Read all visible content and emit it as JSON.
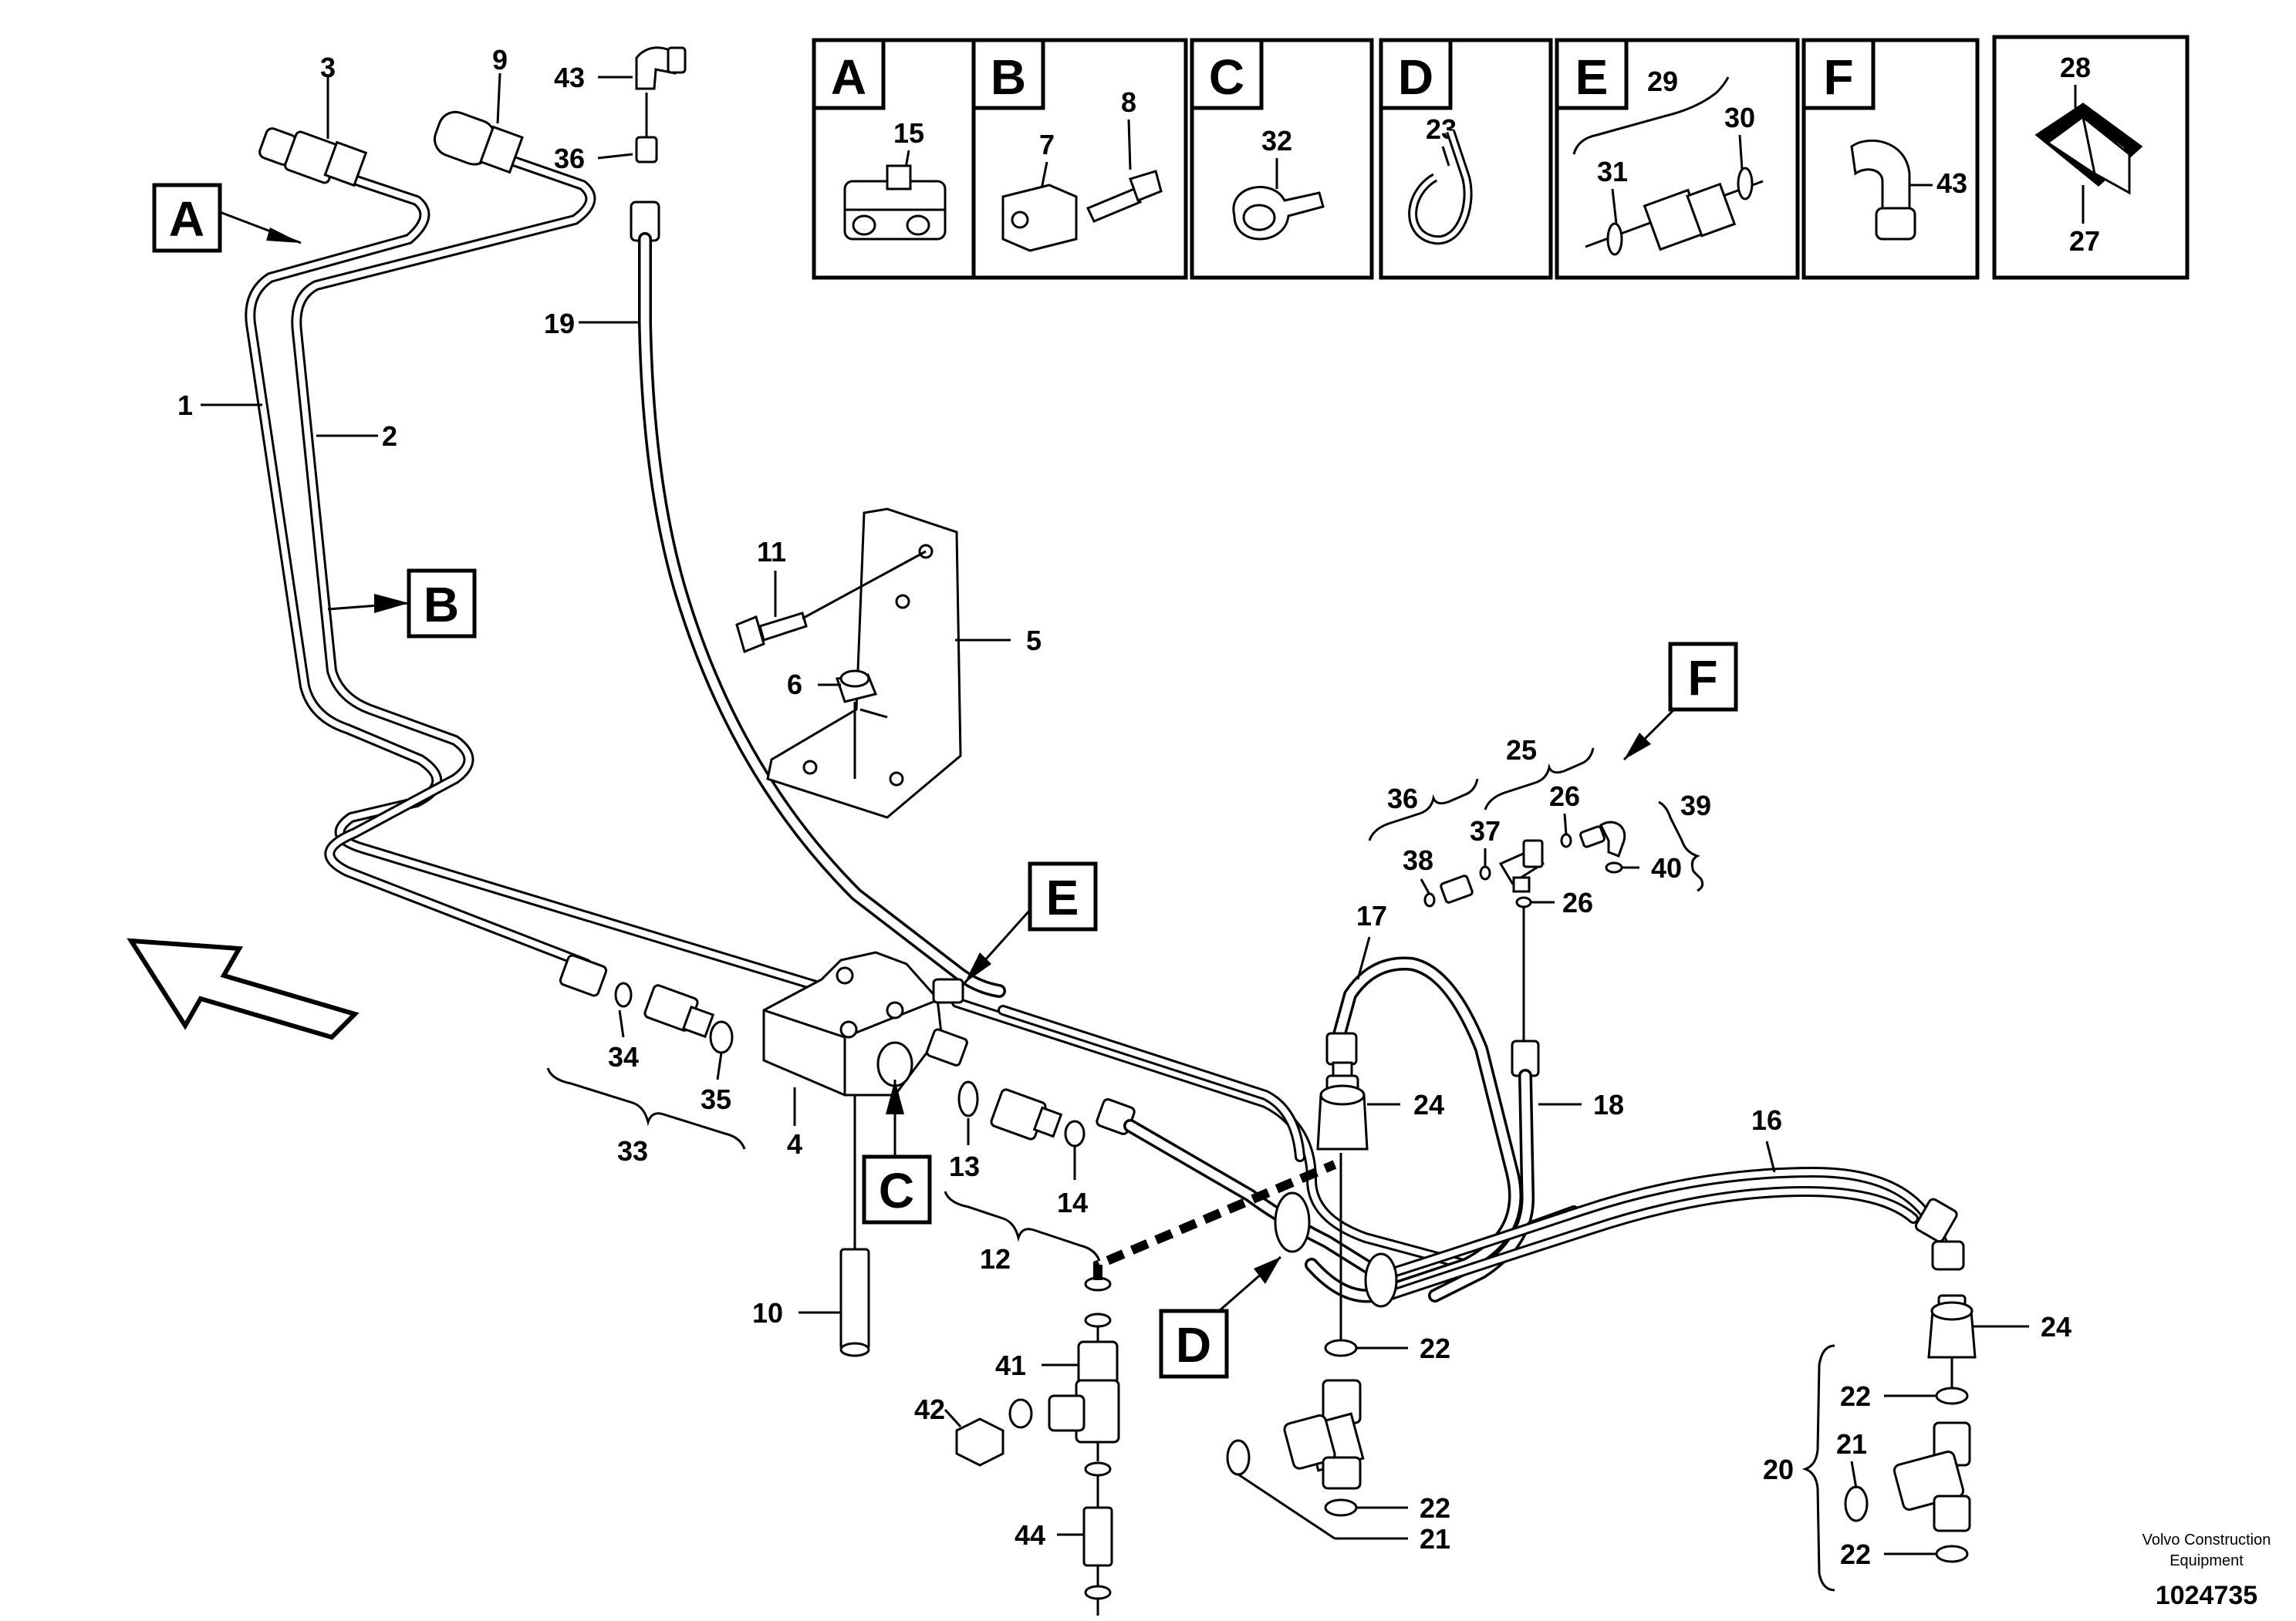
{
  "detail_boxes": [
    {
      "letter": "A",
      "numbers": [
        "15"
      ]
    },
    {
      "letter": "B",
      "numbers": [
        "7",
        "8"
      ]
    },
    {
      "letter": "C",
      "numbers": [
        "32"
      ]
    },
    {
      "letter": "D",
      "numbers": [
        "23"
      ]
    },
    {
      "letter": "E",
      "numbers": [
        "29",
        "30",
        "31"
      ]
    },
    {
      "letter": "F",
      "numbers": [
        "43"
      ]
    },
    {
      "letter": "",
      "numbers": [
        "28",
        "27"
      ]
    }
  ],
  "callouts": {
    "A": "A",
    "B": "B",
    "C": "C",
    "D": "D",
    "E": "E",
    "F": "F"
  },
  "labels": {
    "n1": "1",
    "n2": "2",
    "n3": "3",
    "n4": "4",
    "n5": "5",
    "n6": "6",
    "n9": "9",
    "n10": "10",
    "n11": "11",
    "n12": "12",
    "n13": "13",
    "n14": "14",
    "n16": "16",
    "n17": "17",
    "n18": "18",
    "n19": "19",
    "n20": "20",
    "n21a": "21",
    "n21b": "21",
    "n22a": "22",
    "n22b": "22",
    "n22c": "22",
    "n22d": "22",
    "n24a": "24",
    "n24b": "24",
    "n25": "25",
    "n26a": "26",
    "n26b": "26",
    "n33": "33",
    "n34": "34",
    "n35": "35",
    "n36a": "36",
    "n36b": "36",
    "n37": "37",
    "n38": "38",
    "n39": "39",
    "n40": "40",
    "n41": "41",
    "n42": "42",
    "n43": "43",
    "n44": "44"
  },
  "footer": {
    "line1": "Volvo Construction",
    "line2": "Equipment",
    "drawing_no": "1024735"
  }
}
